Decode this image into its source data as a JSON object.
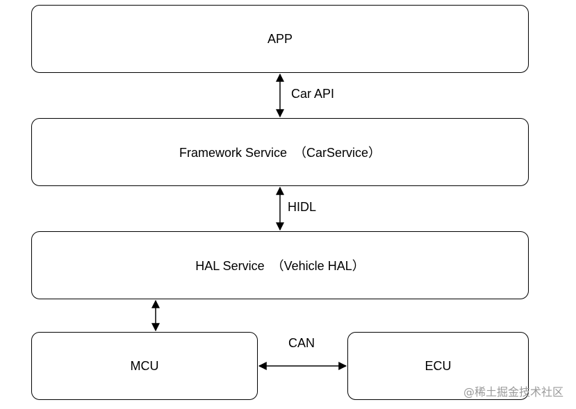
{
  "diagram": {
    "boxes": {
      "app": "APP",
      "framework": "Framework Service  （CarService）",
      "hal": "HAL Service  （Vehicle HAL）",
      "mcu": "MCU",
      "ecu": "ECU"
    },
    "connections": {
      "app_framework": "Car API",
      "framework_hal": "HIDL",
      "mcu_ecu": "CAN"
    }
  },
  "watermark": "@稀土掘金技术社区",
  "colors": {
    "stroke": "#000000",
    "background": "#ffffff",
    "watermark": "#9a9a9a"
  }
}
